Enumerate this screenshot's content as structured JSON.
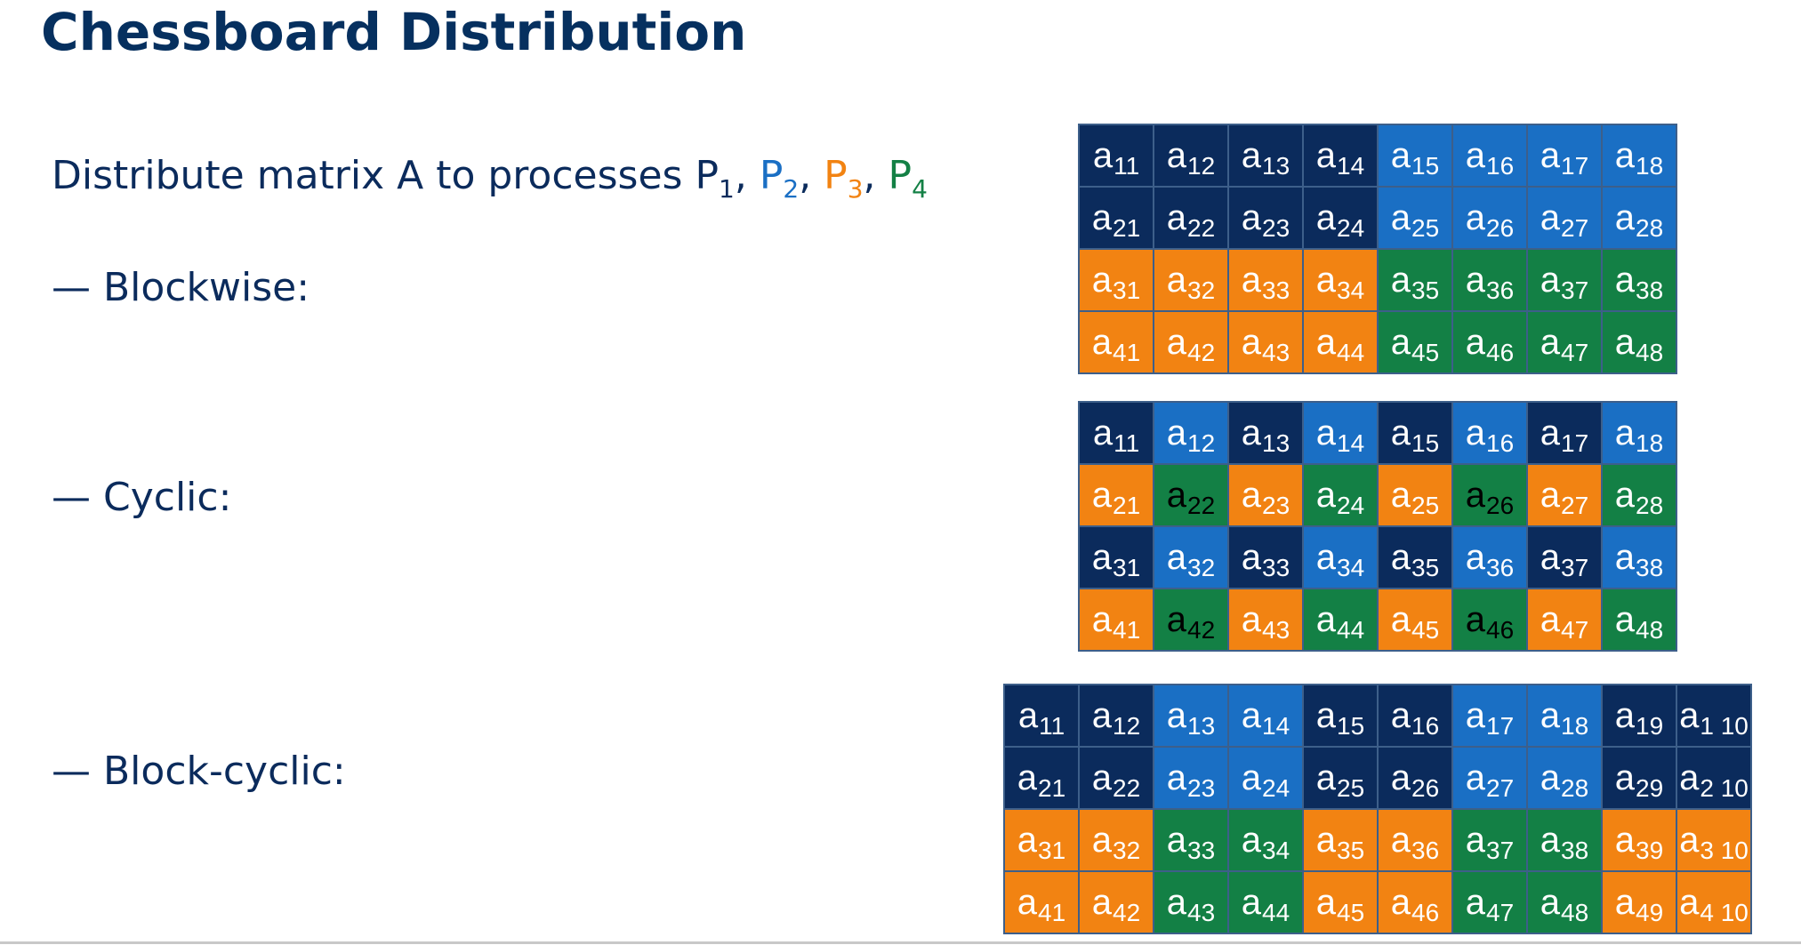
{
  "title": "Chessboard Distribution",
  "intro": {
    "text": "Distribute matrix A to processes ",
    "processes": [
      {
        "name": "P",
        "sub": "1",
        "color": "#0b2b5c"
      },
      {
        "name": "P",
        "sub": "2",
        "color": "#1a6fc4"
      },
      {
        "name": "P",
        "sub": "3",
        "color": "#f28312"
      },
      {
        "name": "P",
        "sub": "4",
        "color": "#138045"
      }
    ]
  },
  "bullets": {
    "blockwise": "— Blockwise:",
    "cyclic": "— Cyclic:",
    "blockcyclic": "— Block-cyclic:"
  },
  "colors": {
    "P1": "#0b2b5c",
    "P2": "#1a6fc4",
    "P3": "#f28312",
    "P4": "#138045"
  },
  "matrices": {
    "blockwise": {
      "rows": 4,
      "cols": 8,
      "owners": [
        [
          "P1",
          "P1",
          "P1",
          "P1",
          "P2",
          "P2",
          "P2",
          "P2"
        ],
        [
          "P1",
          "P1",
          "P1",
          "P1",
          "P2",
          "P2",
          "P2",
          "P2"
        ],
        [
          "P3",
          "P3",
          "P3",
          "P3",
          "P4",
          "P4",
          "P4",
          "P4"
        ],
        [
          "P3",
          "P3",
          "P3",
          "P3",
          "P4",
          "P4",
          "P4",
          "P4"
        ]
      ],
      "dark_text": []
    },
    "cyclic": {
      "rows": 4,
      "cols": 8,
      "owners": [
        [
          "P1",
          "P2",
          "P1",
          "P2",
          "P1",
          "P2",
          "P1",
          "P2"
        ],
        [
          "P3",
          "P4",
          "P3",
          "P4",
          "P3",
          "P4",
          "P3",
          "P4"
        ],
        [
          "P1",
          "P2",
          "P1",
          "P2",
          "P1",
          "P2",
          "P1",
          "P2"
        ],
        [
          "P3",
          "P4",
          "P3",
          "P4",
          "P3",
          "P4",
          "P3",
          "P4"
        ]
      ],
      "dark_text": [
        "22",
        "26",
        "42",
        "46"
      ]
    },
    "blockcyclic": {
      "rows": 4,
      "cols": 10,
      "owners": [
        [
          "P1",
          "P1",
          "P2",
          "P2",
          "P1",
          "P1",
          "P2",
          "P2",
          "P1",
          "P1"
        ],
        [
          "P1",
          "P1",
          "P2",
          "P2",
          "P1",
          "P1",
          "P2",
          "P2",
          "P1",
          "P1"
        ],
        [
          "P3",
          "P3",
          "P4",
          "P4",
          "P3",
          "P3",
          "P4",
          "P4",
          "P3",
          "P3"
        ],
        [
          "P3",
          "P3",
          "P4",
          "P4",
          "P3",
          "P3",
          "P4",
          "P4",
          "P3",
          "P3"
        ]
      ],
      "dark_text": []
    }
  }
}
